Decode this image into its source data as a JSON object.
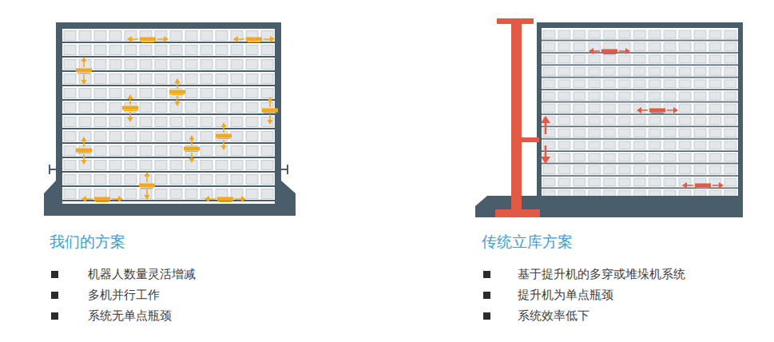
{
  "diagram": {
    "labels": [
      "我们的方案",
      "机器人数量灵活增减",
      "多机并行工作",
      "系统无单点瓶颈",
      "传统立库方案",
      "基于提升机的多穿或堆垛机系统",
      "提升机为单点瓶颈",
      "系统效率低下"
    ]
  }
}
